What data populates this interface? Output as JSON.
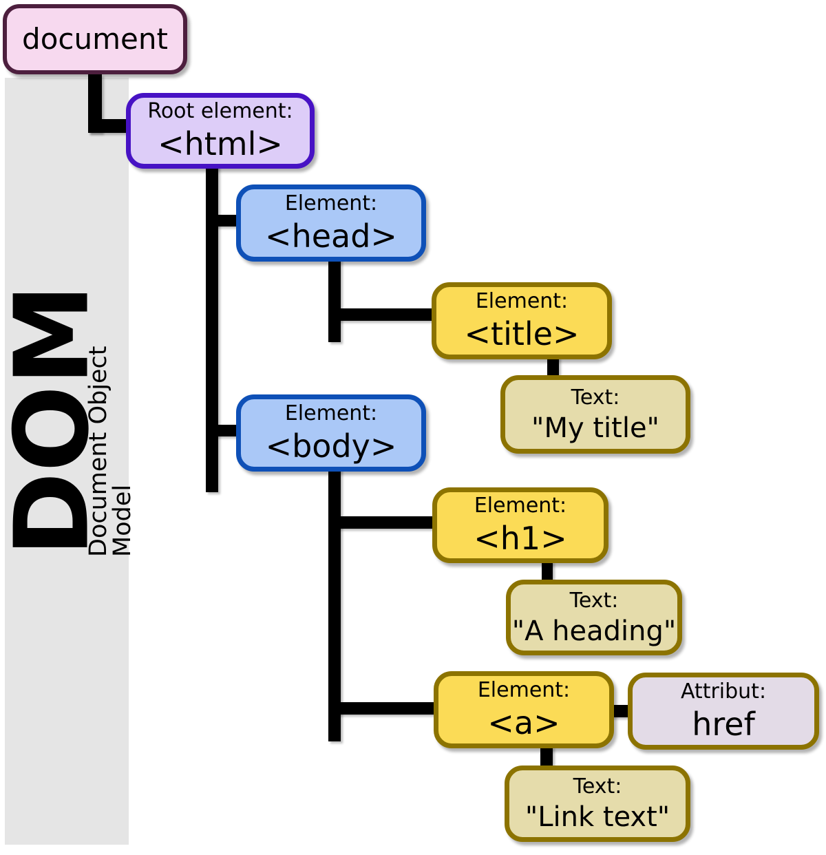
{
  "sidebar": {
    "big_label": "DOM",
    "sub_label": "Document Object Model"
  },
  "nodes": {
    "document": {
      "label": "document"
    },
    "html": {
      "type": "Root element:",
      "value": "<html>"
    },
    "head": {
      "type": "Element:",
      "value": "<head>"
    },
    "title": {
      "type": "Element:",
      "value": "<title>"
    },
    "mytitle": {
      "type": "Text:",
      "value": "\"My title\""
    },
    "body": {
      "type": "Element:",
      "value": "<body>"
    },
    "h1": {
      "type": "Element:",
      "value": "<h1>"
    },
    "aheading": {
      "type": "Text:",
      "value": "\"A heading\""
    },
    "a": {
      "type": "Element:",
      "value": "<a>"
    },
    "attribut": {
      "type": "Attribut:",
      "value": "href"
    },
    "linktext": {
      "type": "Text:",
      "value": "\"Link text\""
    }
  },
  "edges": [
    [
      "document",
      "html"
    ],
    [
      "html",
      "head"
    ],
    [
      "html",
      "body"
    ],
    [
      "head",
      "title"
    ],
    [
      "title",
      "mytitle"
    ],
    [
      "body",
      "h1"
    ],
    [
      "h1",
      "aheading"
    ],
    [
      "body",
      "a"
    ],
    [
      "a",
      "attribut"
    ],
    [
      "a",
      "linktext"
    ]
  ],
  "colors": {
    "document_fill": "#f7d9ef",
    "document_border": "#4d1f3e",
    "root_fill": "#ddcdf8",
    "root_border": "#4712c4",
    "element_blue_fill": "#aac8f7",
    "element_blue_border": "#0e50b7",
    "element_yellow_fill": "#fbdb56",
    "element_yellow_border": "#8c7300",
    "text_fill": "#e5dcab",
    "attribute_fill": "#e3dbe7",
    "sidebar_fill": "#e5e5e5",
    "connector": "#000000"
  }
}
